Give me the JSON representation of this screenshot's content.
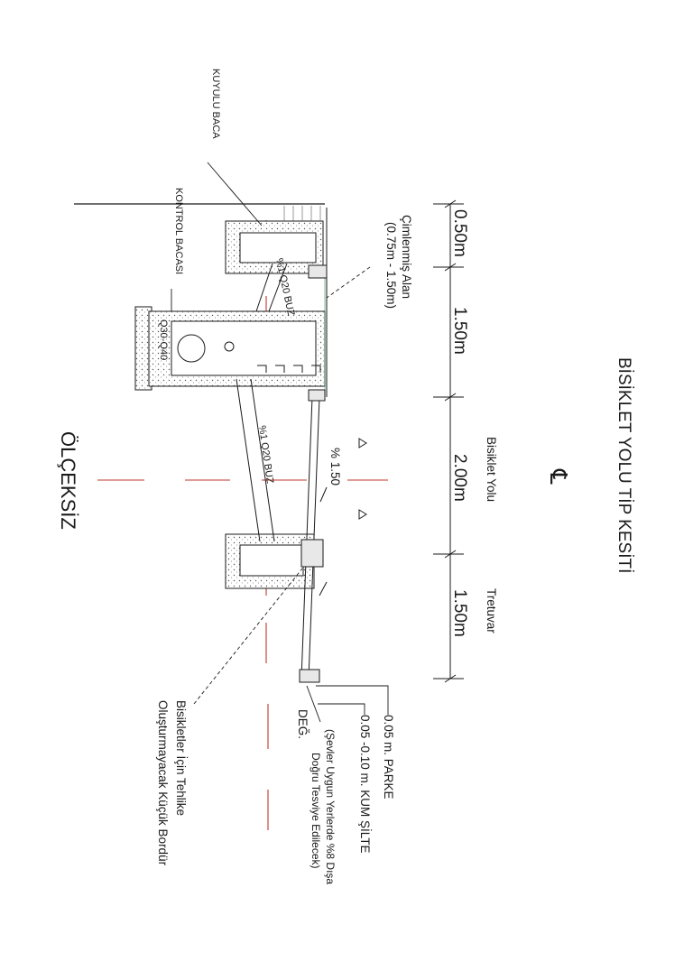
{
  "drawing": {
    "title": "BİSİKLET YOLU TİP KESİTİ",
    "scale_note": "ÖLÇEKSİZ",
    "centerline_symbol": "℄",
    "dimensions": [
      "0.50m",
      "1.50m",
      "2.00m",
      "1.50m"
    ],
    "slope_main": "% 1.50",
    "labels": {
      "kuyulu_baca": "KUYULU BACA",
      "kontrol_bacasi": "KONTROL BACASI",
      "cimlenmis_alan": "Çimlenmiş Alan",
      "cimlenmis_alan_range": "(0.75m - 1.50m)",
      "bisiklet_yolu": "Bisiklet Yolu",
      "tretuvar": "Tretuvar",
      "parke": "0.05 m. PARKE",
      "kum_silte": "0.05 -0.10 m. KUM ŞİLTE",
      "sevler_line1": "(Şevler Uygun Yerlerde %8 Dışa",
      "sevler_line2": "Doğru Tesviye Edilecek)",
      "deg": "DEĞ.",
      "bordur_line1": "Bisikletler İçin Tehlike",
      "bordur_line2": "Oluşturmayacak Küçük Bordür",
      "pipe_upper": "%1 Q20 BUZ",
      "pipe_lower": "%1 Q20 BUZ",
      "pipe_size": "Q30-Q40"
    },
    "colors": {
      "line": "#1a1a1a",
      "axis_red": "#c0392b",
      "hatch": "#555555"
    }
  }
}
